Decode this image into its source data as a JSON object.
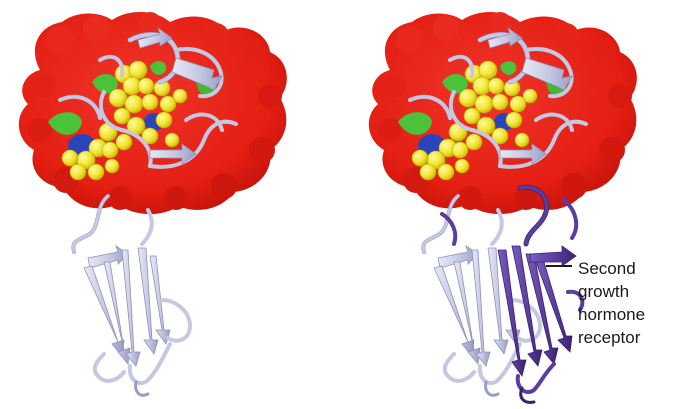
{
  "figure": {
    "panels": [
      {
        "name": "growth-hormone-with-one-receptor"
      },
      {
        "name": "growth-hormone-with-two-receptors"
      }
    ],
    "callout": {
      "lines": [
        "Second",
        "growth",
        "hormone",
        "receptor"
      ]
    },
    "colors": {
      "hormone_surface": "#e41e12",
      "hormone_surface_dark": "#b80f08",
      "contact_residues": "#f2e531",
      "contact_residues_dark": "#c9b800",
      "polar_patch": "#4cc13a",
      "charged_patch": "#2b45b8",
      "receptor_ribbon": "#c5c8e2",
      "receptor_ribbon_dark": "#8e92b8",
      "second_receptor_ribbon": "#5a3d9e",
      "second_receptor_dark": "#3b2370",
      "background": "#ffffff",
      "text": "#1a1a1a"
    }
  }
}
